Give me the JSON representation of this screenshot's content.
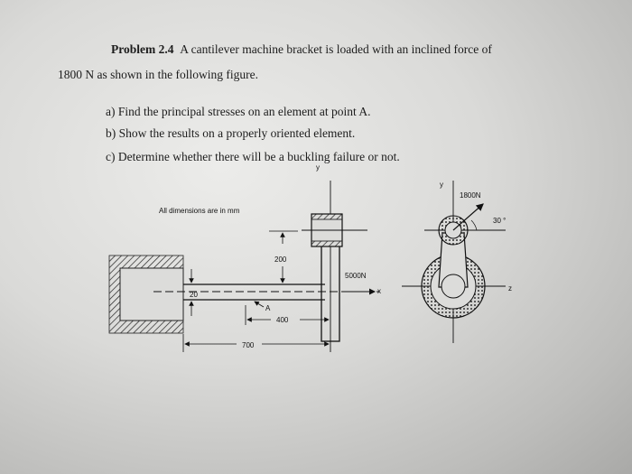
{
  "problem": {
    "number": "Problem 2.4",
    "line1": "A cantilever machine bracket is loaded with an inclined force of",
    "line2": "1800 N as shown in the following figure.",
    "questions": [
      "a) Find the principal stresses on an element at point A.",
      "b) Show the results on a properly oriented element.",
      "c) Determine whether there will be a buckling failure or not."
    ]
  },
  "figure": {
    "note": "All dimensions are in mm",
    "axis_y": "y",
    "axis_y2": "y",
    "axis_x": "x",
    "axis_z": "z",
    "force_inclined": "1800N",
    "angle": "30 °",
    "force_axial": "5000N",
    "point": "A",
    "dim_200": "200",
    "dim_20": "20",
    "dim_400": "400",
    "dim_700": "700"
  }
}
